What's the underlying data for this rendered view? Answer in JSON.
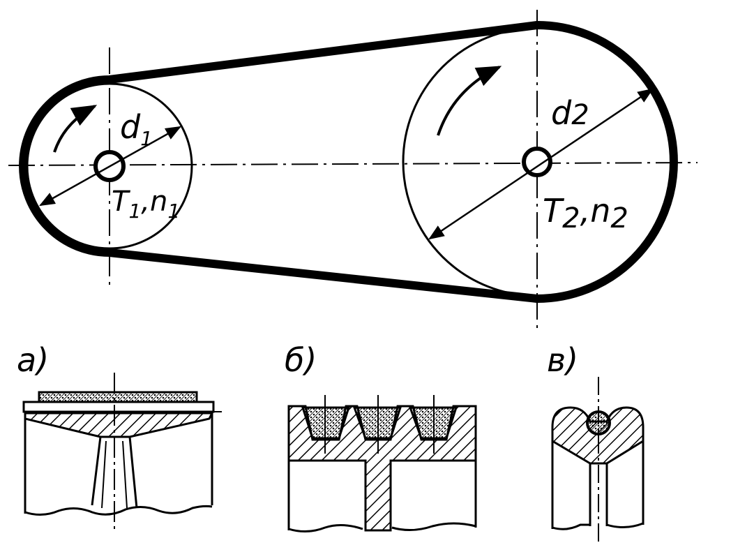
{
  "colors": {
    "ink": "#000000",
    "paper": "#ffffff"
  },
  "labels": {
    "d1_main": "d",
    "d1_sub": "1",
    "d2_main": "d",
    "d2_sub": "2",
    "t1_T": "T",
    "t1_Tsub": "1",
    "t1_comma": ",",
    "t1_n": "n",
    "t1_nsub": "1",
    "t2_T": "T",
    "t2_Tsub": "2",
    "t2_comma": ",",
    "t2_n": "n",
    "t2_nsub": "2",
    "fig_a": "a)",
    "fig_b": "б)",
    "fig_v": "в)"
  }
}
